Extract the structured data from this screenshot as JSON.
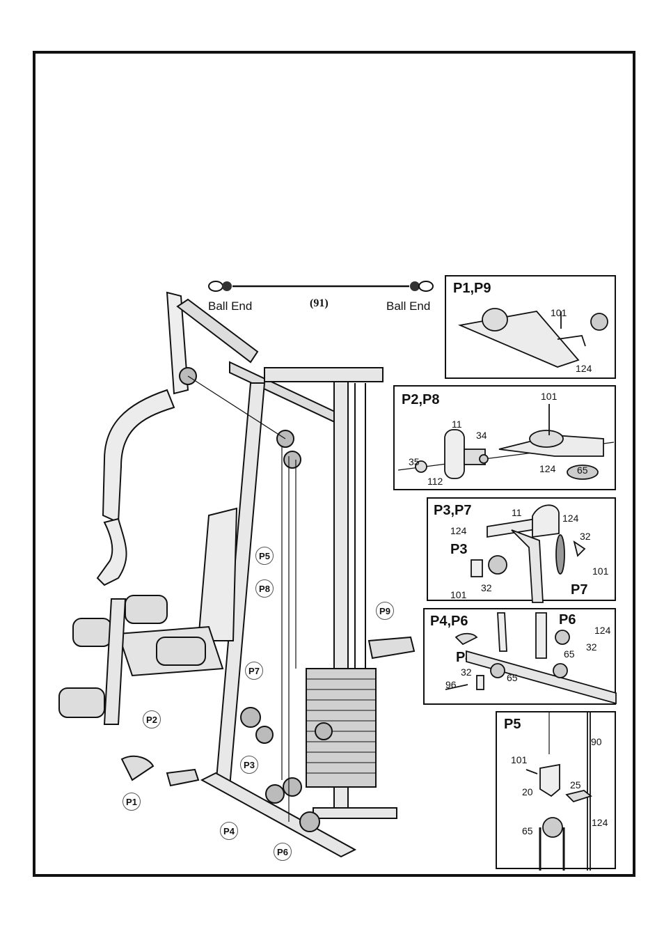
{
  "cable": {
    "label_left": "Ball End",
    "label_center": "(91)",
    "label_right": "Ball End"
  },
  "main_callouts": [
    {
      "id": "p1",
      "text": "P1"
    },
    {
      "id": "p2",
      "text": "P2"
    },
    {
      "id": "p3",
      "text": "P3"
    },
    {
      "id": "p4",
      "text": "P4"
    },
    {
      "id": "p5",
      "text": "P5"
    },
    {
      "id": "p6",
      "text": "P6"
    },
    {
      "id": "p7",
      "text": "P7"
    },
    {
      "id": "p8",
      "text": "P8"
    },
    {
      "id": "p9",
      "text": "P9"
    }
  ],
  "panels": {
    "p1p9": {
      "title": "P1,P9",
      "parts": [
        "101",
        "124"
      ]
    },
    "p2p8": {
      "title": "P2,P8",
      "parts": [
        "101",
        "11",
        "34",
        "35",
        "112",
        "124",
        "65"
      ]
    },
    "p3p7": {
      "title": "P3,P7",
      "sub1": "P3",
      "sub2": "P7",
      "parts": [
        "11",
        "124",
        "124",
        "32",
        "101",
        "32",
        "101"
      ]
    },
    "p4p6": {
      "title": "P4,P6",
      "sub1": "P4",
      "sub2": "P6",
      "parts": [
        "124",
        "32",
        "65",
        "32",
        "65",
        "96"
      ]
    },
    "p5": {
      "title": "P5",
      "parts": [
        "90",
        "101",
        "25",
        "20",
        "124",
        "65"
      ]
    }
  }
}
